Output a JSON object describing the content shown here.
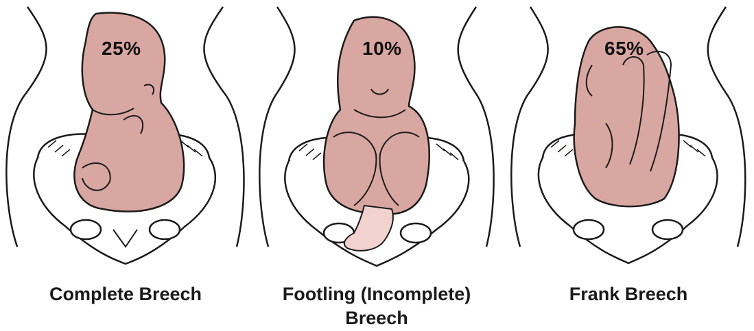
{
  "colors": {
    "fetus": "#d9a7a2",
    "fetus_light": "#f1d2cf",
    "outline": "#1a1a1a",
    "background": "#ffffff"
  },
  "panels": [
    {
      "percent": "25%",
      "label": "Complete Breech"
    },
    {
      "percent": "10%",
      "label_line1": "Footling (Incomplete)",
      "label_line2": "Breech"
    },
    {
      "percent": "65%",
      "label": "Frank Breech"
    }
  ]
}
